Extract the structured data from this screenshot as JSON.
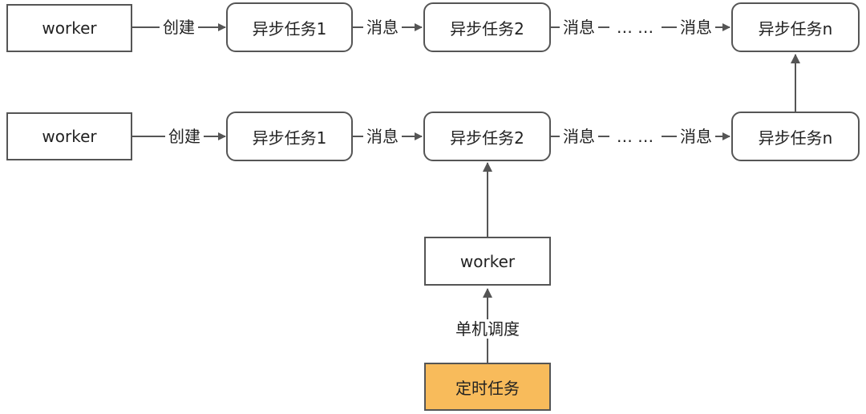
{
  "rows": [
    {
      "worker": "worker",
      "create_label": "创建",
      "tasks": [
        "异步任务1",
        "异步任务2",
        "异步任务n"
      ],
      "msg_labels": [
        "消息",
        "消息",
        "消息"
      ],
      "ellipsis": "… …"
    },
    {
      "worker": "worker",
      "create_label": "创建",
      "tasks": [
        "异步任务1",
        "异步任务2",
        "异步任务n"
      ],
      "msg_labels": [
        "消息",
        "消息",
        "消息"
      ],
      "ellipsis": "… …"
    }
  ],
  "scheduler": {
    "worker": "worker",
    "dispatch_label": "单机调度",
    "timer_task": "定时任务"
  },
  "colors": {
    "stroke": "#555555",
    "timer_fill": "#f8bb5b"
  }
}
